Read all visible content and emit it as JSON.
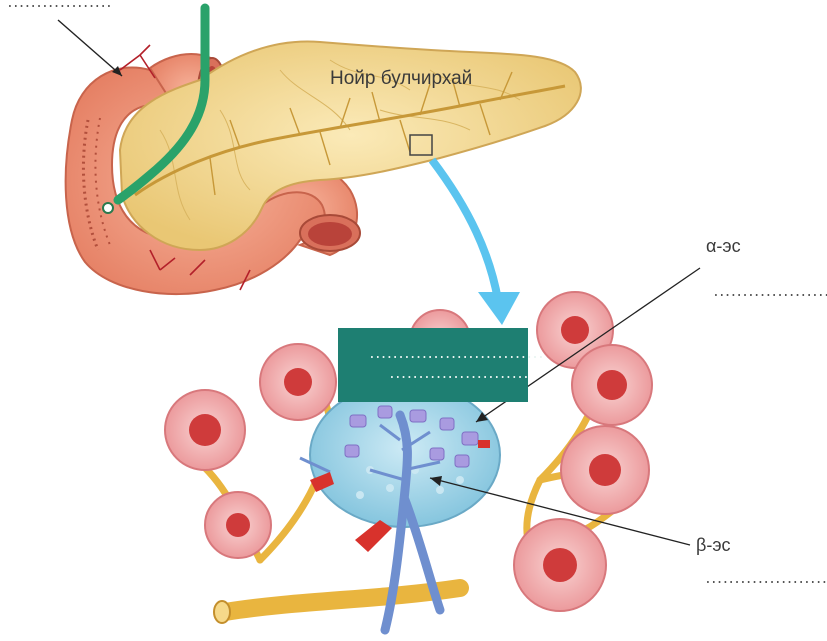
{
  "labels": {
    "pancreas": "Нойр булчирхай",
    "alpha_cell": "α-эс",
    "beta_cell": "β-эс"
  },
  "blanks": {
    "top_left": "..................",
    "alpha_answer": "...........................",
    "beta_answer": "...........................",
    "box_line_1": "..............................",
    "box_line_2": "........................"
  },
  "colors": {
    "pancreas": "#f4dc9a",
    "duodenum": "#ef9b80",
    "bile_duct": "#2aa26a",
    "arrow": "#5bc4ef",
    "answer_box": "#1e7f72",
    "islet": "#a9d8ea",
    "vein": "#6f8fcf",
    "artery": "#d8322c",
    "acinus": "#f2a6a8"
  }
}
